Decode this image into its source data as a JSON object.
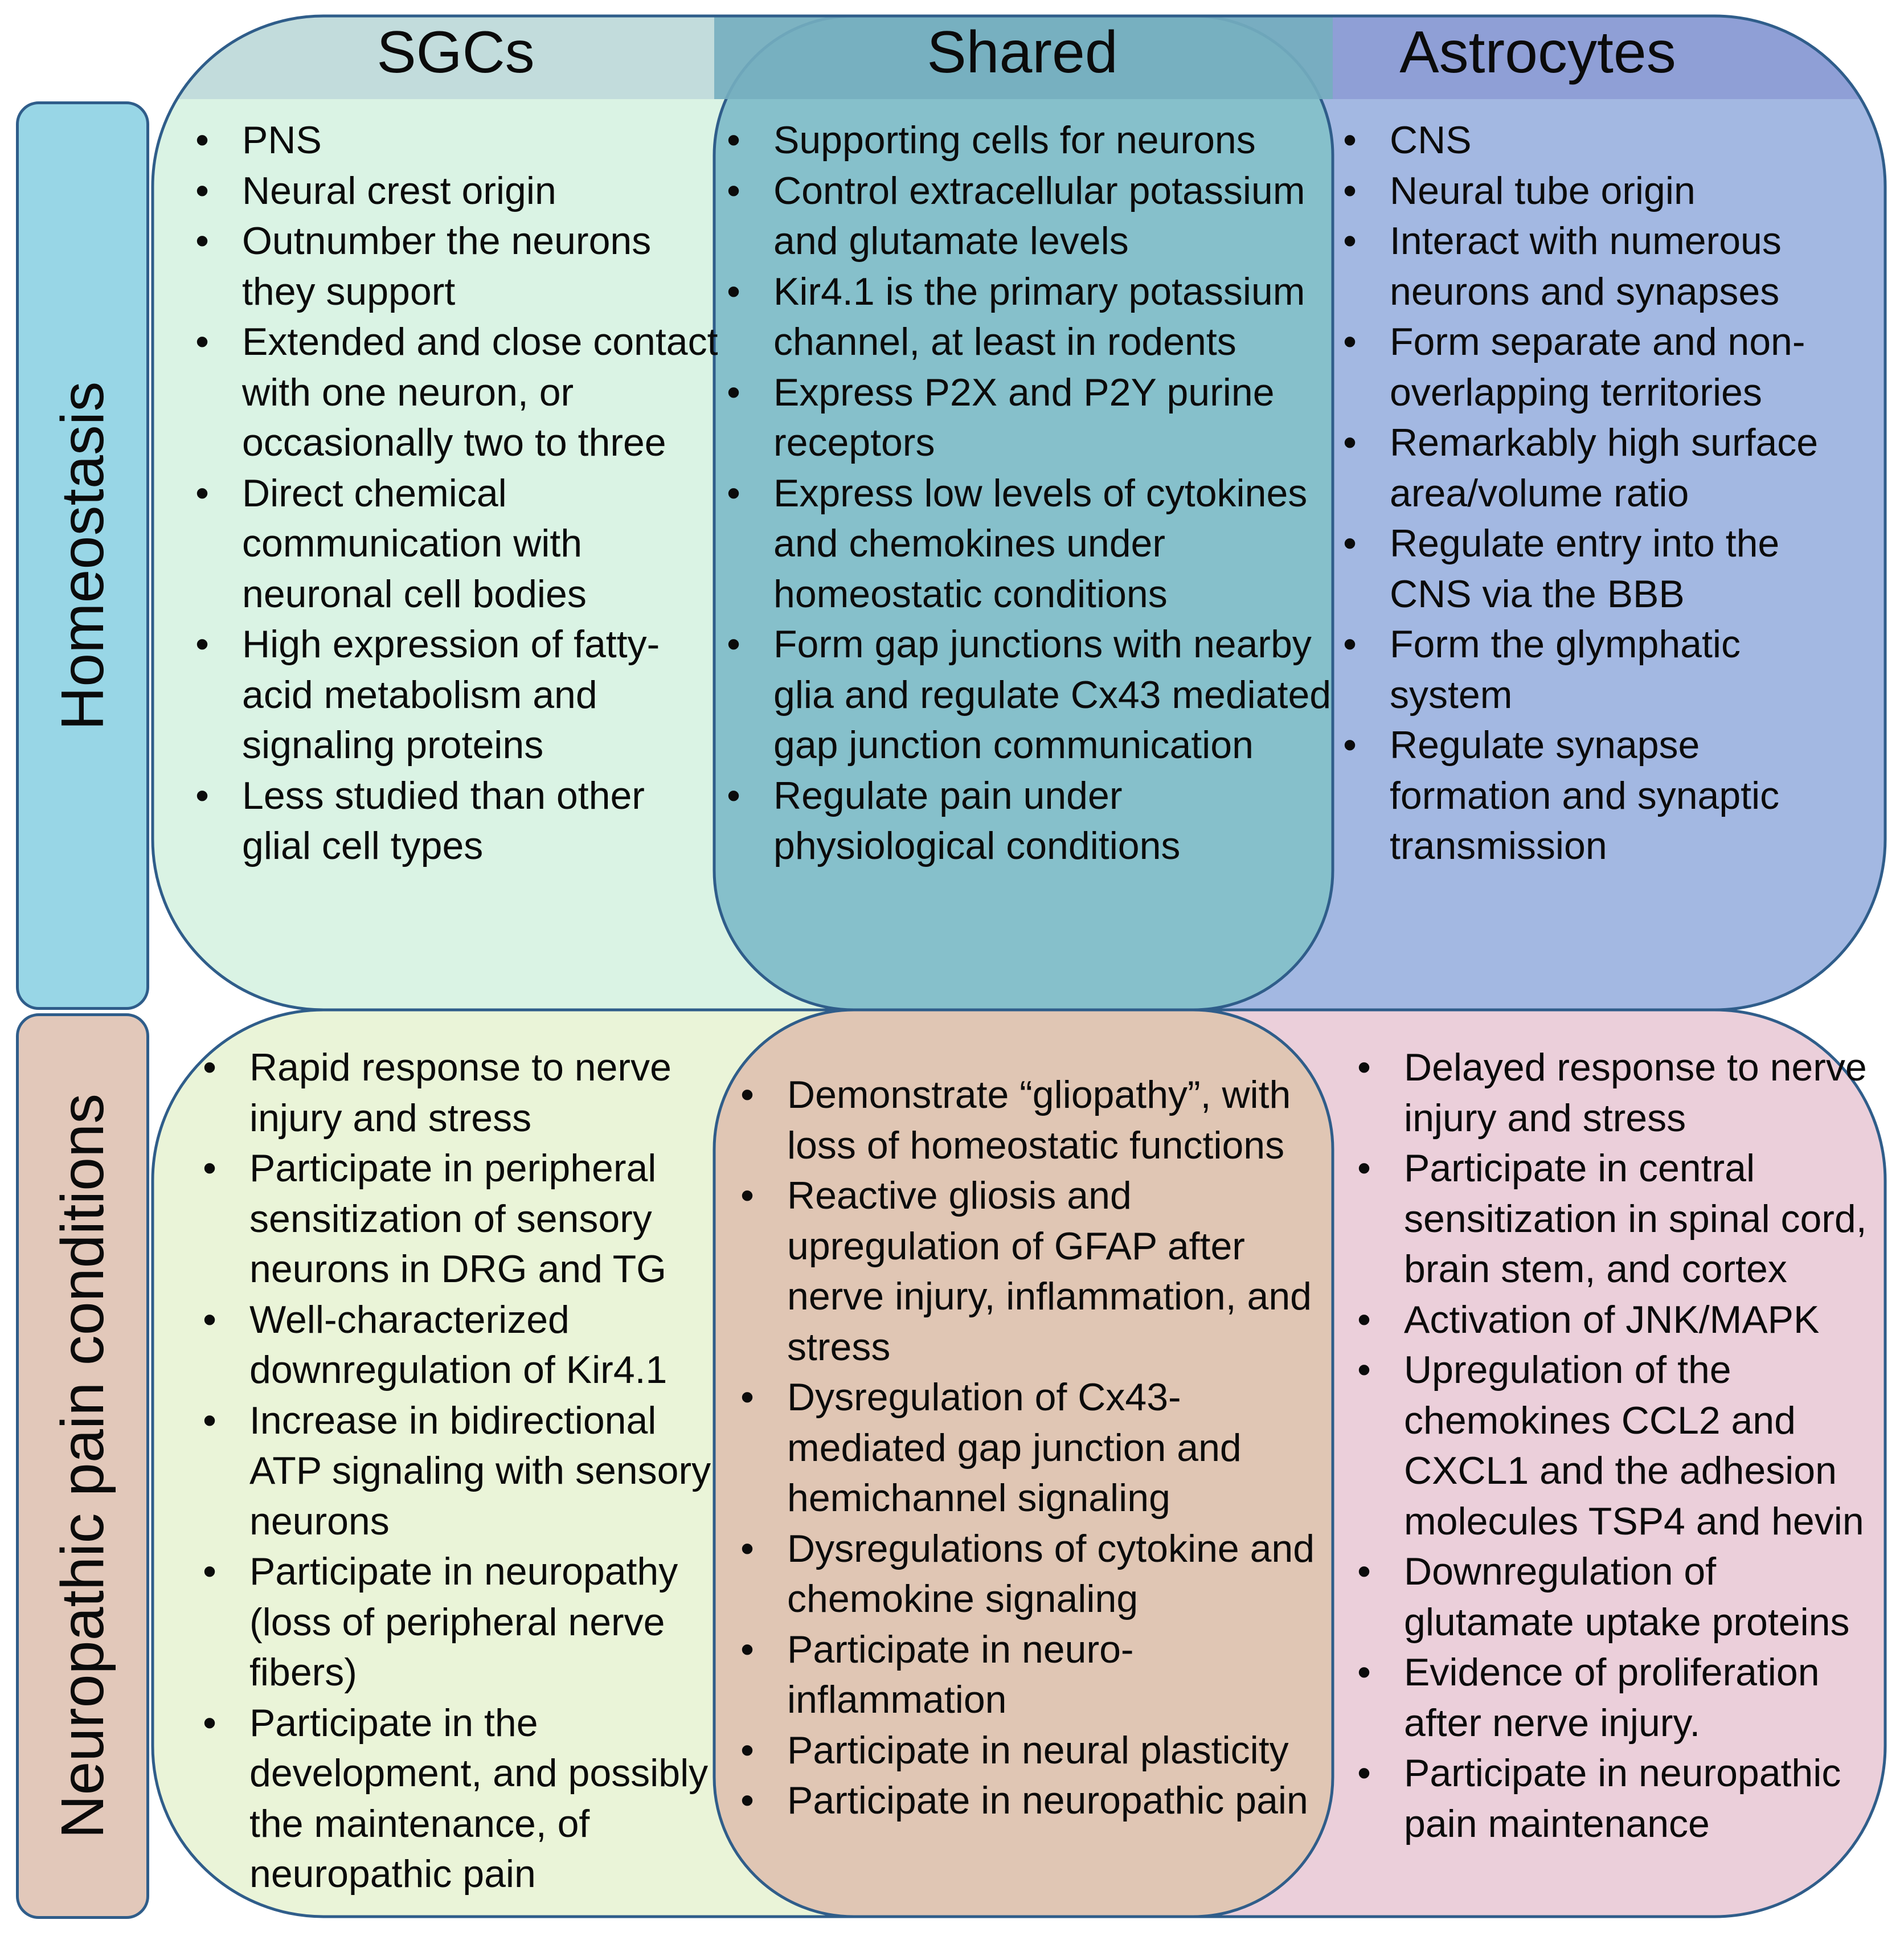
{
  "colors": {
    "sgc_homeostasis": "#daf3e4",
    "shared_homeostasis": "#86c0cb",
    "astro_homeostasis": "#a3b8e2",
    "sgc_pain": "#eaf4d8",
    "shared_pain": "#e0c6b4",
    "astro_pain": "#ebcfda",
    "row_label_homeostasis": "#98d6e6",
    "row_label_pain": "#e2c8ba",
    "outline": "#2f5d8a"
  },
  "columns": {
    "sgc": {
      "title": "SGCs"
    },
    "shared": {
      "title": "Shared"
    },
    "astro": {
      "title": "Astrocytes"
    }
  },
  "rows": {
    "homeostasis": {
      "label": "Homeostasis"
    },
    "pain": {
      "label": "Neuropathic pain conditions"
    }
  },
  "homeostasis": {
    "sgc": [
      "PNS",
      "Neural crest origin",
      "Outnumber the neurons they support",
      "Extended and close contact with one neuron, or occasionally two to three",
      "Direct chemical communication with neuronal cell bodies",
      "High expression of fatty-acid metabolism and signaling proteins",
      "Less studied than other glial cell types"
    ],
    "shared": [
      "Supporting cells for neurons",
      "Control extracellular potassium and glutamate levels",
      "Kir4.1 is the primary potassium channel, at least in rodents",
      "Express P2X and P2Y purine receptors",
      "Express low levels of cytokines and chemokines under homeostatic conditions",
      "Form gap junctions with nearby glia and regulate Cx43 mediated gap junction communication",
      "Regulate pain under physiological conditions"
    ],
    "astro": [
      "CNS",
      "Neural tube origin",
      "Interact with numerous neurons and synapses",
      "Form separate and non-overlapping territories",
      "Remarkably high surface area/volume ratio",
      "Regulate entry into the CNS via the BBB",
      "Form the glymphatic system",
      "Regulate synapse formation and synaptic transmission"
    ]
  },
  "pain": {
    "sgc": [
      "Rapid response to nerve injury and stress",
      "Participate in peripheral sensitization of sensory neurons in DRG and TG",
      "Well-characterized downregulation of Kir4.1",
      "Increase in bidirectional ATP signaling with sensory neurons",
      "Participate in neuropathy (loss of peripheral nerve fibers)",
      "Participate in the development, and possibly the maintenance, of neuropathic pain"
    ],
    "shared": [
      "Demonstrate “gliopathy”, with loss of homeostatic functions",
      "Reactive gliosis and upregulation of GFAP after nerve injury, inflammation, and stress",
      "Dysregulation of Cx43-mediated gap junction and hemichannel signaling",
      "Dysregulations of cytokine and chemokine signaling",
      "Participate in neuro-inflammation",
      "Participate in neural plasticity",
      "Participate in neuropathic pain"
    ],
    "astro": [
      "Delayed response to nerve injury and stress",
      "Participate in central sensitization in spinal cord, brain stem, and cortex",
      "Activation of JNK/MAPK",
      "Upregulation of the chemokines CCL2 and CXCL1 and the adhesion molecules TSP4 and hevin",
      "Downregulation of glutamate uptake proteins",
      "Evidence of proliferation after nerve injury.",
      "Participate in neuropathic pain maintenance"
    ]
  }
}
